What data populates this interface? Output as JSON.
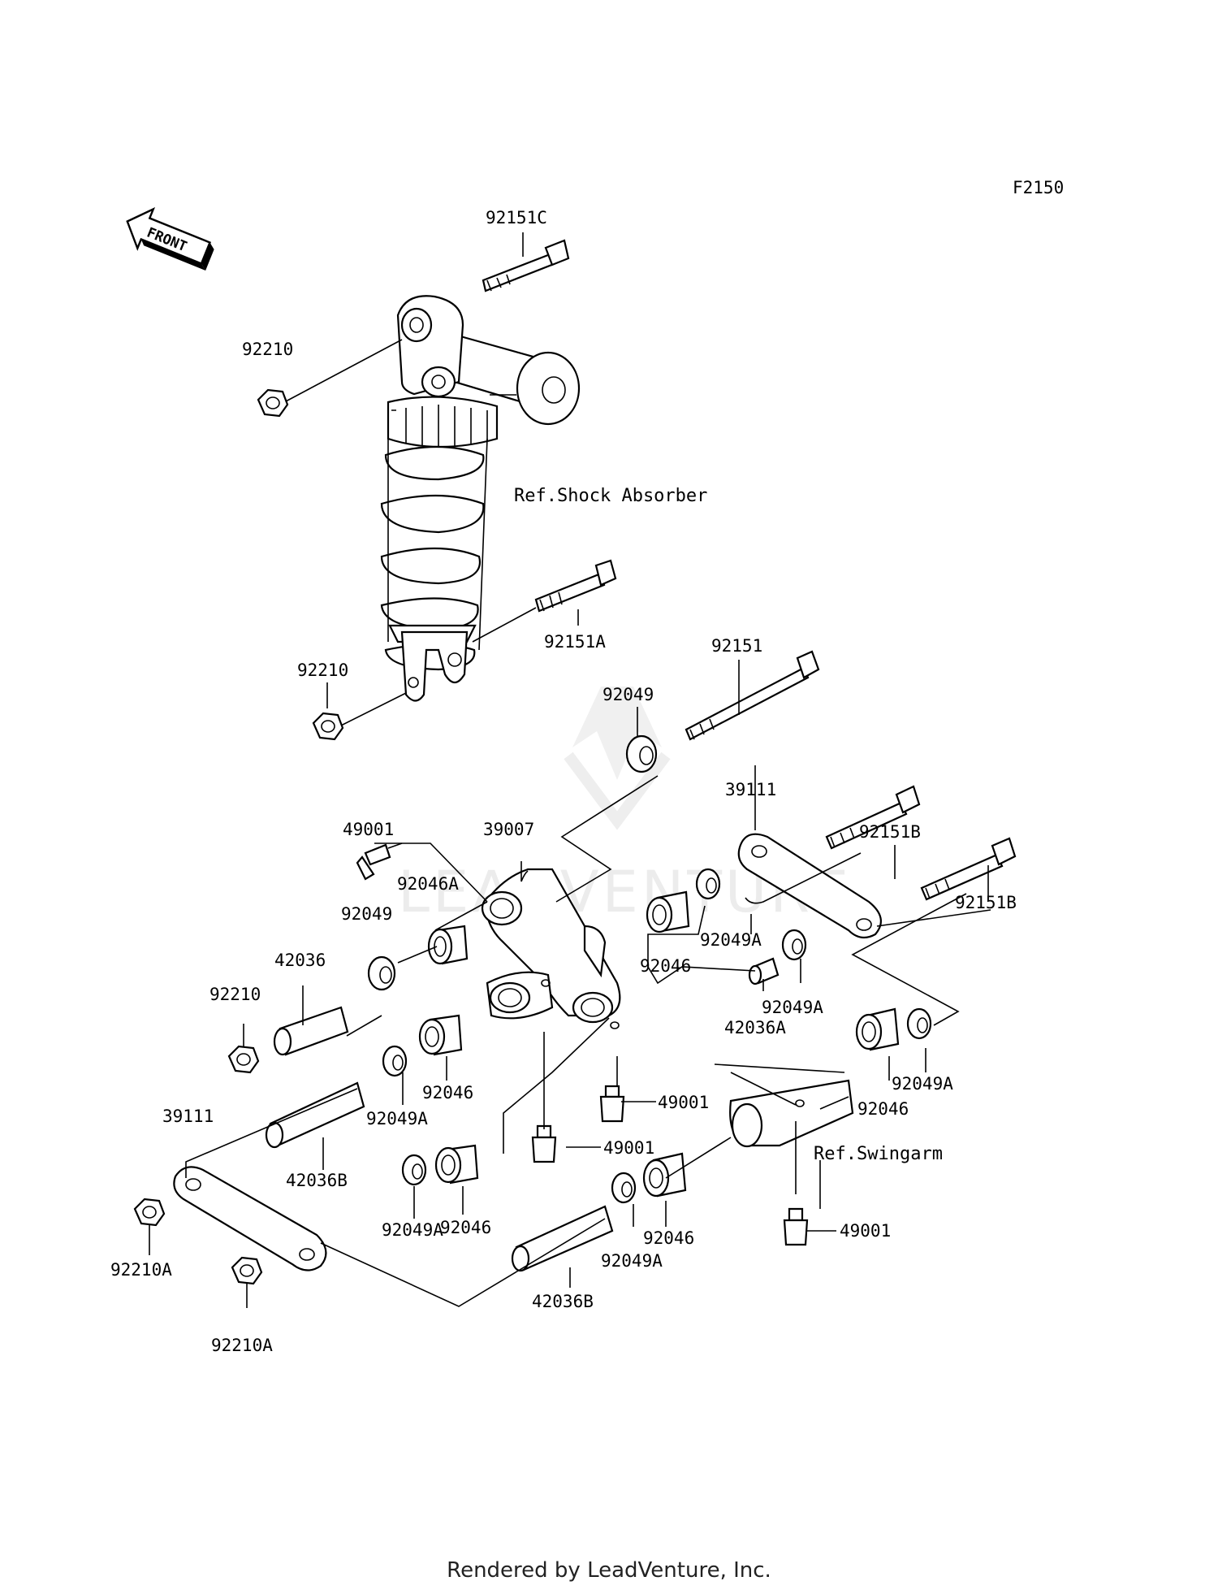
{
  "diagram": {
    "code": "F2150",
    "front_label": "FRONT",
    "watermark": "LEADVENTURE",
    "refs": {
      "shock_absorber": "Ref.Shock Absorber",
      "swingarm": "Ref.Swingarm"
    },
    "labels": {
      "l01": "92151C",
      "l02": "92210",
      "l03": "92151A",
      "l04": "92210",
      "l05": "92151",
      "l06": "92049",
      "l07": "39111",
      "l08": "49001",
      "l09": "39007",
      "l10": "92151B",
      "l11": "92046A",
      "l12": "92151B",
      "l13": "92049",
      "l14": "92049A",
      "l15": "42036",
      "l16": "92046",
      "l17": "92210",
      "l18": "92049A",
      "l19": "42036A",
      "l20": "92046",
      "l21": "49001",
      "l22": "92049A",
      "l23": "39111",
      "l24": "92049A",
      "l25": "92046",
      "l26": "42036B",
      "l27": "49001",
      "l28": "92046",
      "l29": "92049A",
      "l30": "49001",
      "l31": "92046",
      "l32": "92210A",
      "l33": "92049A",
      "l34": "42036B",
      "l35": "92210A"
    }
  },
  "footer": "Rendered by LeadVenture, Inc."
}
